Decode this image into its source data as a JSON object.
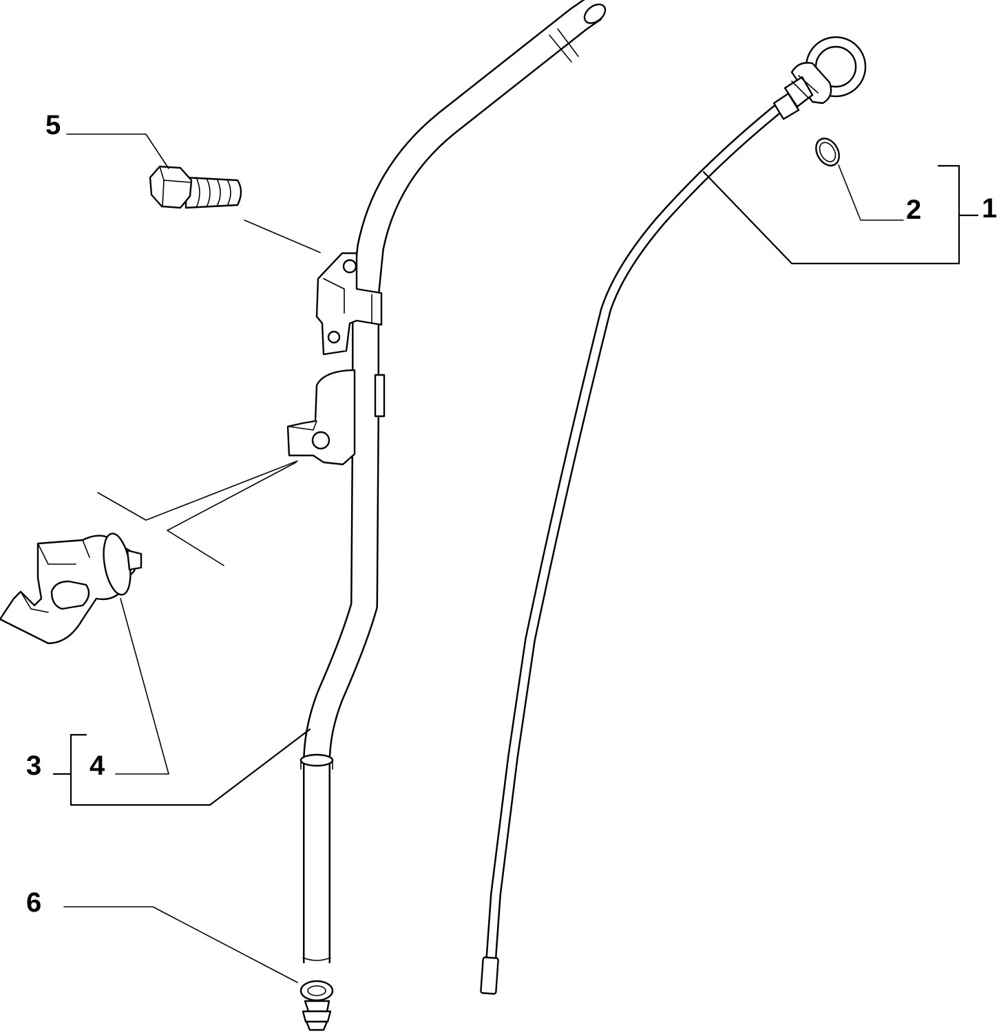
{
  "callouts": {
    "c1": "1",
    "c2": "2",
    "c3": "3",
    "c4": "4",
    "c5": "5",
    "c6": "6"
  },
  "parts": {
    "dipstick": "dipstick-assembly",
    "seal_ring": "seal-ring",
    "guide_tube": "dipstick-guide-tube",
    "clip": "tube-clip",
    "bolt": "hex-bolt",
    "grommet": "rubber-grommet"
  },
  "colors": {
    "line": "#000000",
    "background": "#ffffff"
  }
}
